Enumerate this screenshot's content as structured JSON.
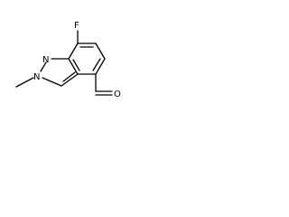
{
  "molecule": {
    "atoms": {
      "fluorine": "F",
      "nitrogen_1": "N",
      "nitrogen_2": "N",
      "oxygen": "O"
    },
    "colors": {
      "bond": "#000000",
      "label": "#000000",
      "background": "#ffffff"
    }
  }
}
